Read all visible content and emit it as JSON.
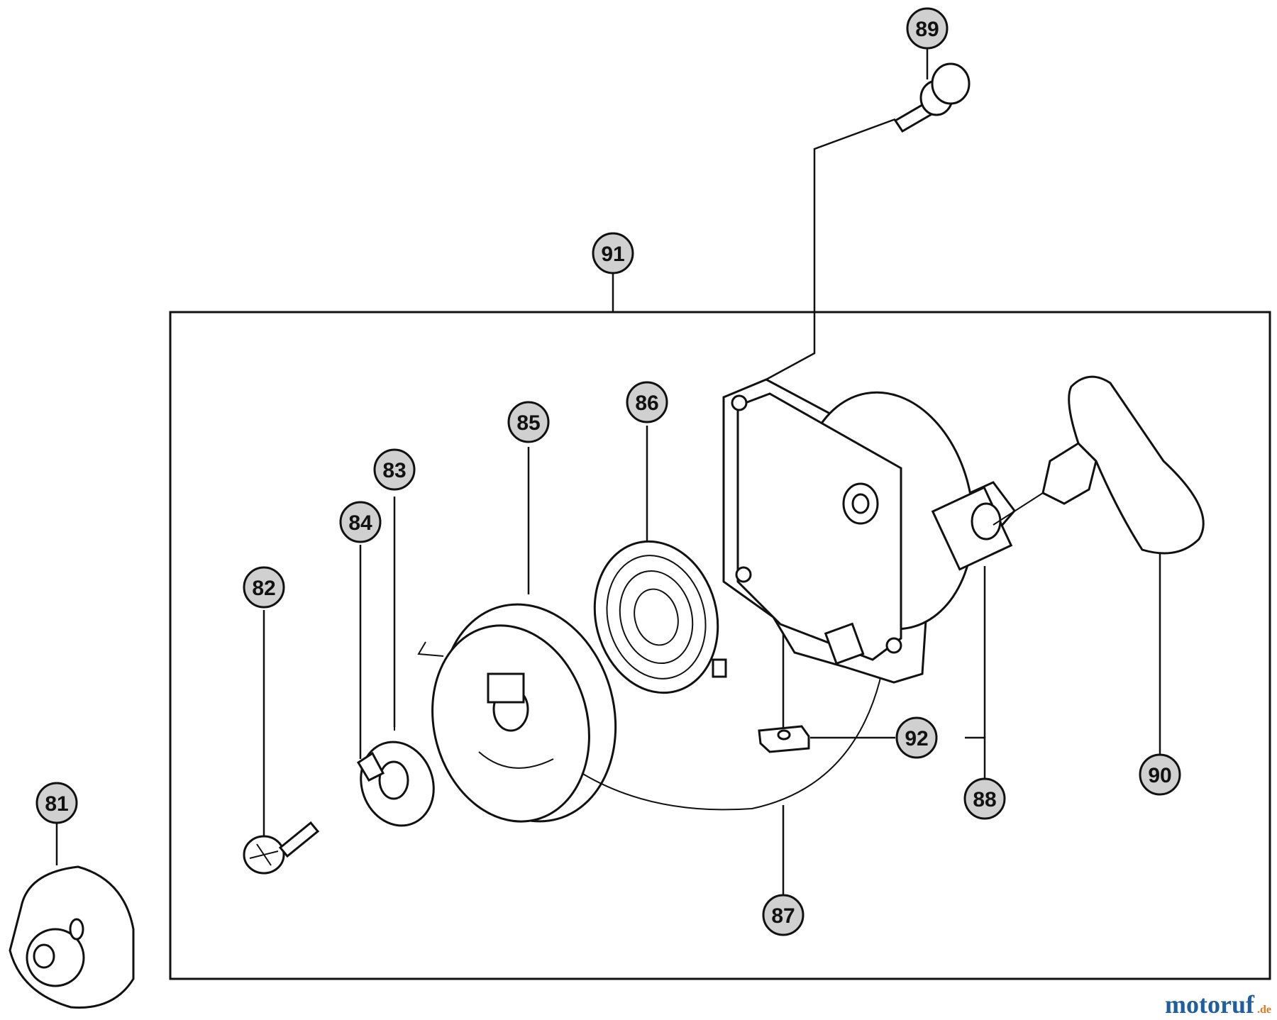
{
  "callouts": {
    "c81": "81",
    "c82": "82",
    "c83": "83",
    "c84": "84",
    "c85": "85",
    "c86": "86",
    "c87": "87",
    "c88": "88",
    "c89": "89",
    "c90": "90",
    "c91": "91",
    "c92": "92"
  },
  "watermark": {
    "main": "motoruf",
    "suffix": ".de"
  },
  "colors": {
    "callout_fill": "#d0d0d0",
    "line": "#111111",
    "watermark_blue": "#1f5fa0",
    "watermark_orange": "#e07a1f"
  }
}
